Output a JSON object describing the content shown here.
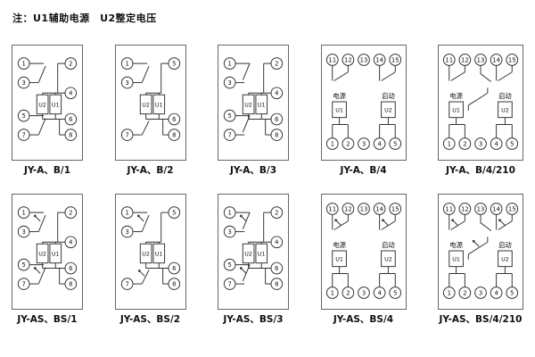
{
  "note": "注：U1辅助电源　U2整定电压",
  "diagrams": [
    {
      "label": "JY-A、B/1",
      "type": "v1",
      "flag": false,
      "left": [
        "1",
        "3",
        "5",
        "7"
      ],
      "right": [
        "2",
        "4",
        "6",
        "8"
      ],
      "units": [
        "U2",
        "U1"
      ]
    },
    {
      "label": "JY-A、B/2",
      "type": "v2",
      "flag": false,
      "left": [
        "1",
        "3",
        "7"
      ],
      "right": [
        "5",
        "6",
        "8"
      ],
      "units": [
        "U2",
        "U1"
      ]
    },
    {
      "label": "JY-A、B/3",
      "type": "v3",
      "flag": false,
      "left": [
        "1",
        "3",
        "5",
        "7"
      ],
      "right": [
        "2",
        "4",
        "6",
        "8"
      ],
      "units": [
        "U2",
        "U1"
      ]
    },
    {
      "label": "JY-A、B/4",
      "type": "h4",
      "flag": false,
      "top": [
        "11",
        "12",
        "13",
        "14",
        "15"
      ],
      "bottom": [
        "1",
        "2",
        "3",
        "4",
        "5"
      ],
      "units": [
        "U1",
        "U2"
      ],
      "labels": [
        "电源",
        "启动"
      ]
    },
    {
      "label": "JY-A、B/4/210",
      "type": "h5",
      "flag": false,
      "top": [
        "11",
        "12",
        "13",
        "14",
        "15"
      ],
      "bottom": [
        "1",
        "2",
        "3",
        "4",
        "5"
      ],
      "units": [
        "U1",
        "U2"
      ],
      "labels": [
        "电源",
        "启动"
      ]
    },
    {
      "label": "JY-AS、BS/1",
      "type": "v1",
      "flag": true,
      "left": [
        "1",
        "3",
        "5",
        "7"
      ],
      "right": [
        "2",
        "4",
        "6",
        "8"
      ],
      "units": [
        "U2",
        "U1"
      ]
    },
    {
      "label": "JY-AS、BS/2",
      "type": "v2",
      "flag": true,
      "left": [
        "1",
        "3",
        "7"
      ],
      "right": [
        "5",
        "6",
        "8"
      ],
      "units": [
        "U2",
        "U1"
      ]
    },
    {
      "label": "JY-AS、BS/3",
      "type": "v3",
      "flag": true,
      "left": [
        "1",
        "3",
        "5",
        "7"
      ],
      "right": [
        "2",
        "4",
        "6",
        "8"
      ],
      "units": [
        "U2",
        "U1"
      ]
    },
    {
      "label": "JY-AS、BS/4",
      "type": "h4",
      "flag": true,
      "top": [
        "11",
        "12",
        "13",
        "14",
        "15"
      ],
      "bottom": [
        "1",
        "2",
        "3",
        "4",
        "5"
      ],
      "units": [
        "U1",
        "U2"
      ],
      "labels": [
        "电源",
        "启动"
      ]
    },
    {
      "label": "JY-AS、BS/4/210",
      "type": "h5",
      "flag": true,
      "top": [
        "11",
        "12",
        "13",
        "14",
        "15"
      ],
      "bottom": [
        "1",
        "2",
        "3",
        "4",
        "5"
      ],
      "units": [
        "U1",
        "U2"
      ],
      "labels": [
        "电源",
        "启动"
      ]
    }
  ]
}
